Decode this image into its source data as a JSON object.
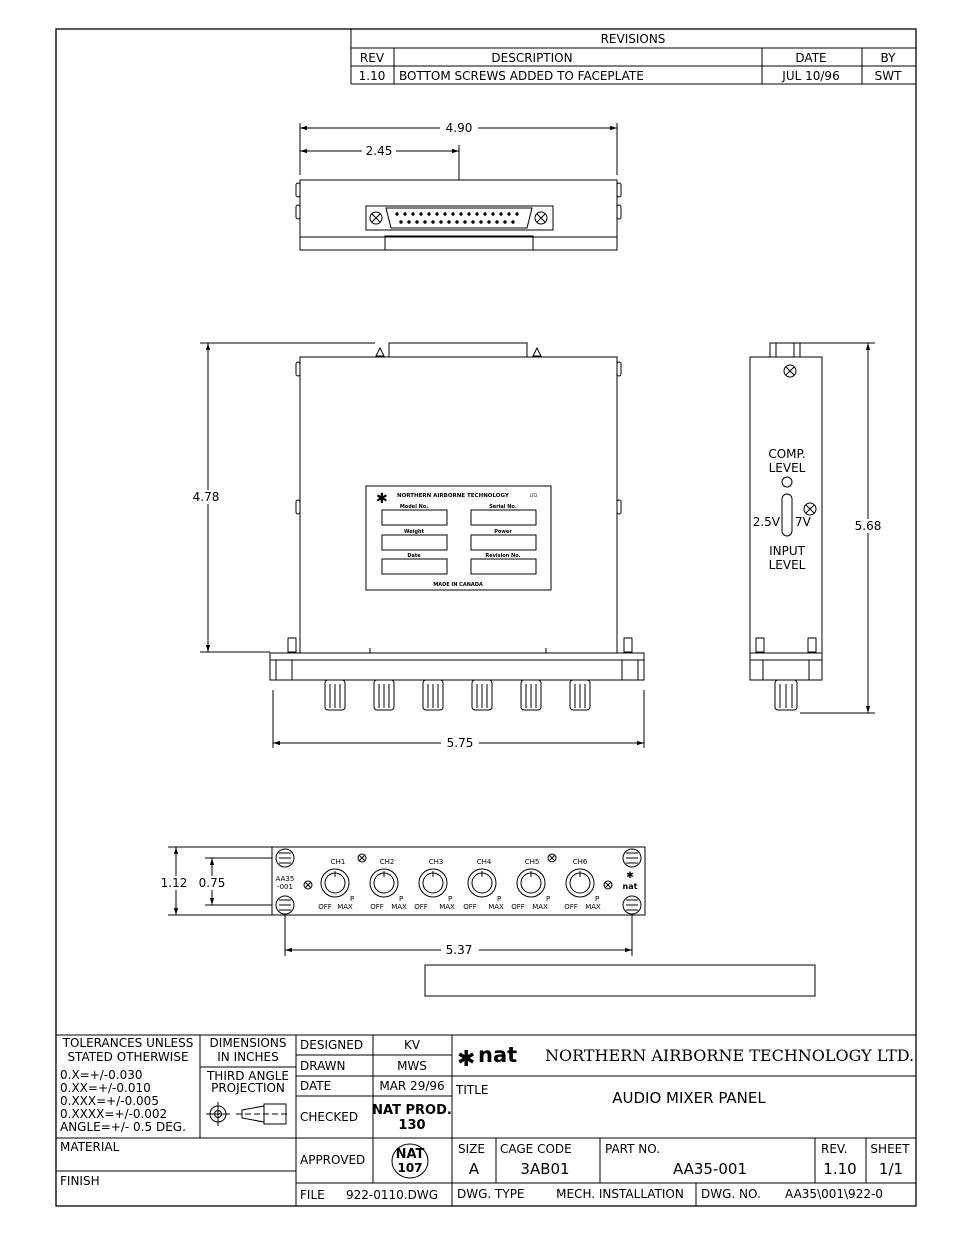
{
  "revisions": {
    "title": "REVISIONS",
    "headers": {
      "rev": "REV",
      "description": "DESCRIPTION",
      "date": "DATE",
      "by": "BY"
    },
    "rows": [
      {
        "rev": "1.10",
        "description": "BOTTOM SCREWS ADDED TO FACEPLATE",
        "date": "JUL 10/96",
        "by": "SWT"
      }
    ]
  },
  "top_view": {
    "dim_overall": "4.90",
    "dim_half": "2.45"
  },
  "front_view": {
    "dim_height": "4.78",
    "dim_width": "5.75",
    "nameplate": {
      "company": "NORTHERN   AIRBORNE   TECHNOLOGY",
      "company_suffix": "LTD",
      "field_model": "Model No.",
      "field_serial": "Serial No.",
      "field_weight": "Weight",
      "field_power": "Power",
      "field_date": "Date",
      "field_revision": "Revision No.",
      "footer": "MADE   IN   CANADA"
    }
  },
  "side_view": {
    "dim_height": "5.68",
    "comp_level_line1": "COMP.",
    "comp_level_line2": "LEVEL",
    "range_low": "2.5V",
    "range_high": "7V",
    "input_level_line1": "INPUT",
    "input_level_line2": "LEVEL"
  },
  "faceplate": {
    "dim_height_overall": "1.12",
    "dim_height_holes": "0.75",
    "dim_width_holes": "5.37",
    "model_line1": "AA35",
    "model_line2": "-001",
    "logo_text": "nat",
    "knob_mark": "P",
    "channels": [
      {
        "label": "CH1",
        "off": "OFF",
        "max": "MAX"
      },
      {
        "label": "CH2",
        "off": "OFF",
        "max": "MAX"
      },
      {
        "label": "CH3",
        "off": "OFF",
        "max": "MAX"
      },
      {
        "label": "CH4",
        "off": "OFF",
        "max": "MAX"
      },
      {
        "label": "CH5",
        "off": "OFF",
        "max": "MAX"
      },
      {
        "label": "CH6",
        "off": "OFF",
        "max": "MAX"
      }
    ]
  },
  "title_block": {
    "tolerances_title1": "TOLERANCES UNLESS",
    "tolerances_title2": "STATED OTHERWISE",
    "tolerance_lines": [
      "0.X=+/-0.030",
      "0.XX=+/-0.010",
      "0.XXX=+/-0.005",
      "0.XXXX=+/-0.002",
      "ANGLE=+/- 0.5 DEG."
    ],
    "dimensions1": "DIMENSIONS",
    "dimensions2": "IN INCHES",
    "projection1": "THIRD ANGLE",
    "projection2": "PROJECTION",
    "material": "MATERIAL",
    "finish": "FINISH",
    "designed_label": "DESIGNED",
    "designed_value": "KV",
    "drawn_label": "DRAWN",
    "drawn_value": "MWS",
    "date_label": "DATE",
    "date_value": "MAR 29/96",
    "checked_label": "CHECKED",
    "checked_value1": "NAT PROD.",
    "checked_value2": "130",
    "approved_label": "APPROVED",
    "approved_stamp1": "NAT",
    "approved_stamp2": "107",
    "file_label": "FILE",
    "file_value": "922-0110.DWG",
    "company_logo": "nat",
    "company_name": "NORTHERN AIRBORNE TECHNOLOGY LTD.",
    "title_label": "TITLE",
    "title_value": "AUDIO MIXER PANEL",
    "size_label": "SIZE",
    "size_value": "A",
    "cage_label": "CAGE CODE",
    "cage_value": "3AB01",
    "part_label": "PART NO.",
    "part_value": "AA35-001",
    "rev_label": "REV.",
    "rev_value": "1.10",
    "sheet_label": "SHEET",
    "sheet_value": "1/1",
    "dwg_type_label": "DWG. TYPE",
    "dwg_type_value": "MECH. INSTALLATION",
    "dwg_no_label": "DWG. NO.",
    "dwg_no_value": "AA35\\001\\922-0"
  }
}
